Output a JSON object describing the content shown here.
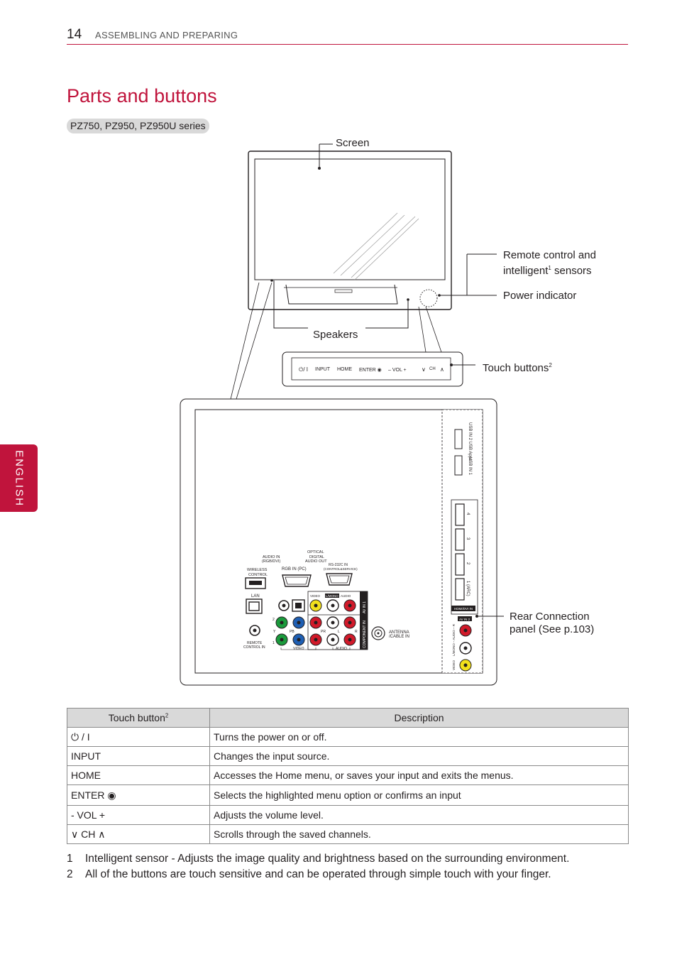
{
  "header": {
    "page_number": "14",
    "section": "ASSEMBLING AND PREPARING"
  },
  "title": "Parts and buttons",
  "series": "PZ750, PZ950, PZ950U series",
  "language_tab": "ENGLISH",
  "callouts": {
    "screen": "Screen",
    "remote_line1": "Remote control and",
    "remote_line2": "intelligent",
    "remote_sup": "1",
    "remote_line3": " sensors",
    "power_indicator": "Power indicator",
    "speakers": "Speakers",
    "touch_buttons": "Touch buttons",
    "touch_sup": "2",
    "rear_line1": "Rear Connection",
    "rear_line2": "panel (See p.103)"
  },
  "touch_strip": {
    "power": "⏻/ I",
    "input": "INPUT",
    "home": "HOME",
    "enter": "ENTER ◉",
    "vol": "–  VOL  +",
    "ch_down": "∨",
    "ch": "CH",
    "ch_up": "∧"
  },
  "rear_panel": {
    "audio_in": "AUDIO IN",
    "audio_in_sub": "(RGB/DVI)",
    "optical1": "OPTICAL",
    "optical2": "DIGITAL",
    "optical3": "AUDIO OUT",
    "rgb_in": "RGB IN (PC)",
    "rs232c": "RS-232C IN",
    "rs232c_sub": "(CONTROL&SERVICE)",
    "wireless1": "WIRELESS",
    "wireless2": "CONTROL",
    "lan": "LAN",
    "video": "VIDEO",
    "mono": "L/MONO",
    "audio": "AUDIO",
    "av_in1": "AV IN 1",
    "component_in": "COMPONENT IN",
    "remote1": "REMOTE",
    "remote2": "CONTROL IN",
    "antenna1": "ANTENNA",
    "antenna2": "/CABLE IN",
    "y": "Y",
    "pb": "PB",
    "pr": "PR",
    "l": "L",
    "r": "R",
    "row2": "2",
    "row1": "1",
    "usb2": "USB IN 2 USB Apps",
    "usb1": "USB IN 1",
    "hdmi4": "4",
    "hdmi3": "3",
    "hdmi2": "2",
    "hdmi1": "1 (ARC)",
    "hdmi_label": "HDMI/DVI IN",
    "av_in2": "AV IN 2",
    "video2": "VIDEO",
    "mono2": "L/MONO – AUDIO – R"
  },
  "table": {
    "headers": {
      "button": "Touch button",
      "button_sup": "2",
      "description": "Description"
    },
    "rows": [
      {
        "button": "⏻ / I",
        "description": "Turns the power on or off."
      },
      {
        "button": "INPUT",
        "description": "Changes the input source."
      },
      {
        "button": "HOME",
        "description": "Accesses the Home menu, or saves your input and exits the menus."
      },
      {
        "button": "ENTER ◉",
        "description": "Selects the highlighted menu option or confirms an input"
      },
      {
        "button": "- VOL +",
        "description": "Adjusts the volume level."
      },
      {
        "button": "∨ CH ∧",
        "description": "Scrolls through the saved channels."
      }
    ]
  },
  "footnotes": [
    {
      "num": "1",
      "text": "Intelligent sensor - Adjusts the image quality and brightness based on the surrounding environment."
    },
    {
      "num": "2",
      "text": "All of the buttons are touch sensitive and can be operated through simple touch with your finger."
    }
  ],
  "colors": {
    "accent": "#c0143c",
    "gray_fill": "#d9d9d9",
    "jack_yellow": "#f2e01c",
    "jack_red": "#d11a2a",
    "jack_green": "#1a9a3c",
    "jack_blue": "#1f5fb3"
  }
}
